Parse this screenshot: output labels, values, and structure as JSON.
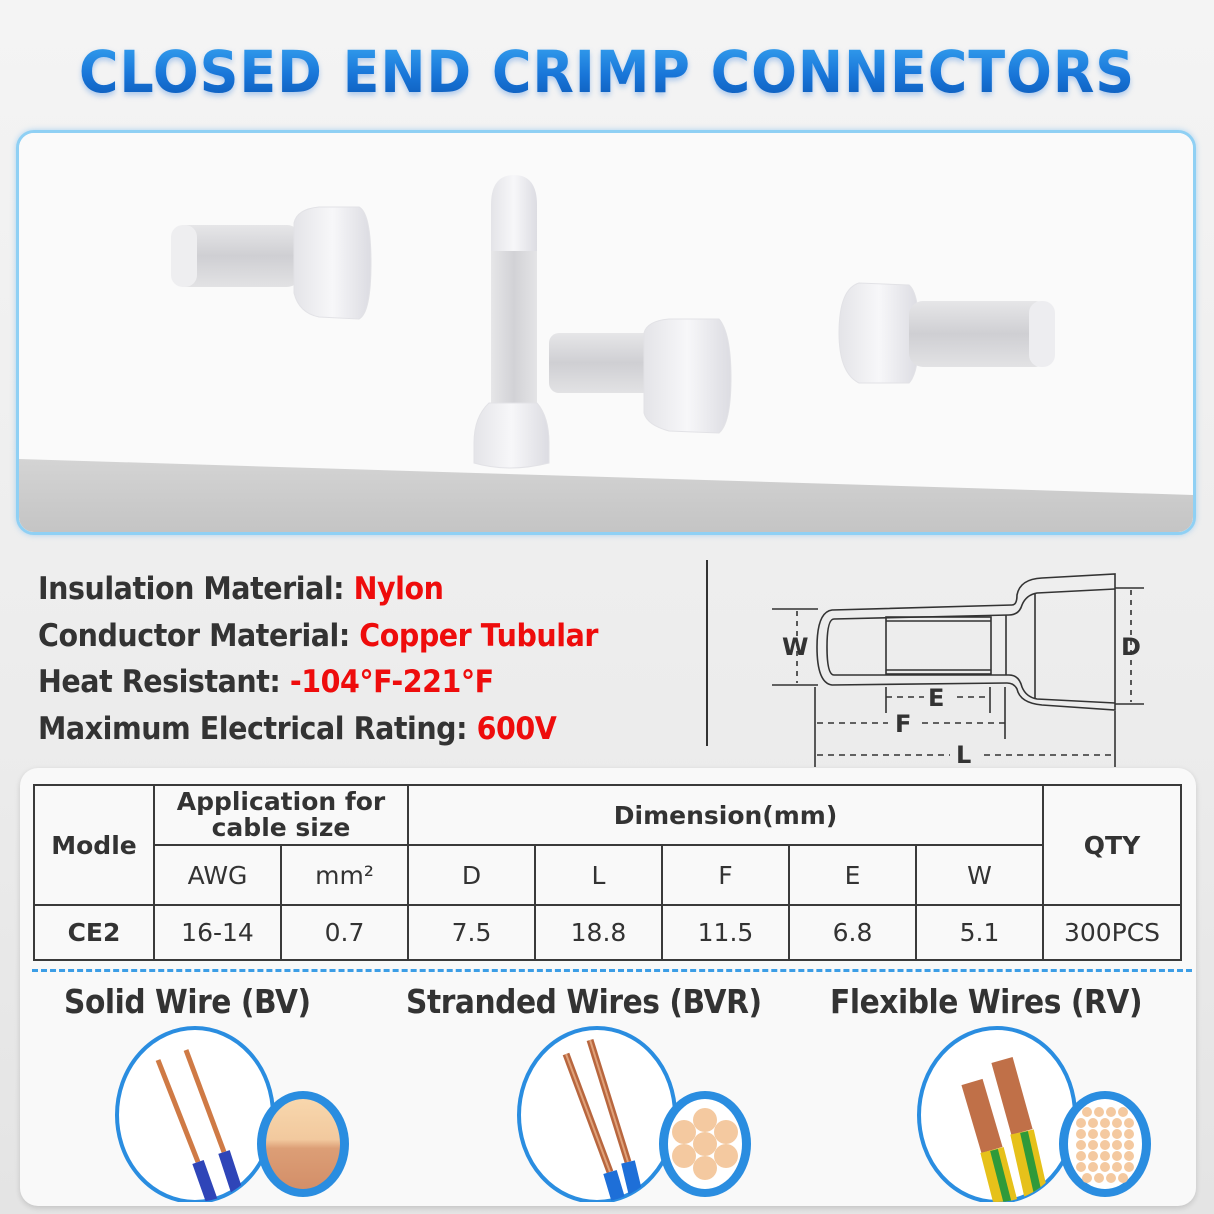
{
  "header": {
    "title": "CLOSED END CRIMP CONNECTORS"
  },
  "photo": {
    "icon": "closed-end-connectors-photo",
    "connector_count": 4
  },
  "specs": [
    {
      "label": "Insulation Material:",
      "value": "Nylon"
    },
    {
      "label": "Conductor Material:",
      "value": "Copper Tubular"
    },
    {
      "label": "Heat Resistant:",
      "value": "-104°F-221°F"
    },
    {
      "label": "Maximum Electrical Rating:",
      "value": "600V"
    }
  ],
  "diagram": {
    "labels": {
      "W": "W",
      "D": "D",
      "E": "E",
      "F": "F",
      "L": "L"
    }
  },
  "table": {
    "header": {
      "model": "Modle",
      "application": "Application for cable size",
      "dimension": "Dimension(mm)",
      "qty": "QTY",
      "awg": "AWG",
      "mm2": "mm²",
      "d": "D",
      "l": "L",
      "f": "F",
      "e": "E",
      "w": "W"
    },
    "rows": [
      {
        "model": "CE2",
        "awg": "16-14",
        "mm2": "0.7",
        "d": "7.5",
        "l": "18.8",
        "f": "11.5",
        "e": "6.8",
        "w": "5.1",
        "qty": "300PCS"
      }
    ]
  },
  "wire_types": [
    {
      "label": "Solid Wire (BV)",
      "icon": "solid-wire-icon"
    },
    {
      "label": "Stranded Wires (BVR)",
      "icon": "stranded-wire-icon"
    },
    {
      "label": "Flexible Wires (RV)",
      "icon": "flexible-wire-icon"
    }
  ],
  "colors": {
    "title_blue": "#1e7fe0",
    "accent_red": "#ee0c0c",
    "frame_blue": "#8fd0f4",
    "dash_blue": "#3c9ee6",
    "text_dark": "#333333"
  }
}
